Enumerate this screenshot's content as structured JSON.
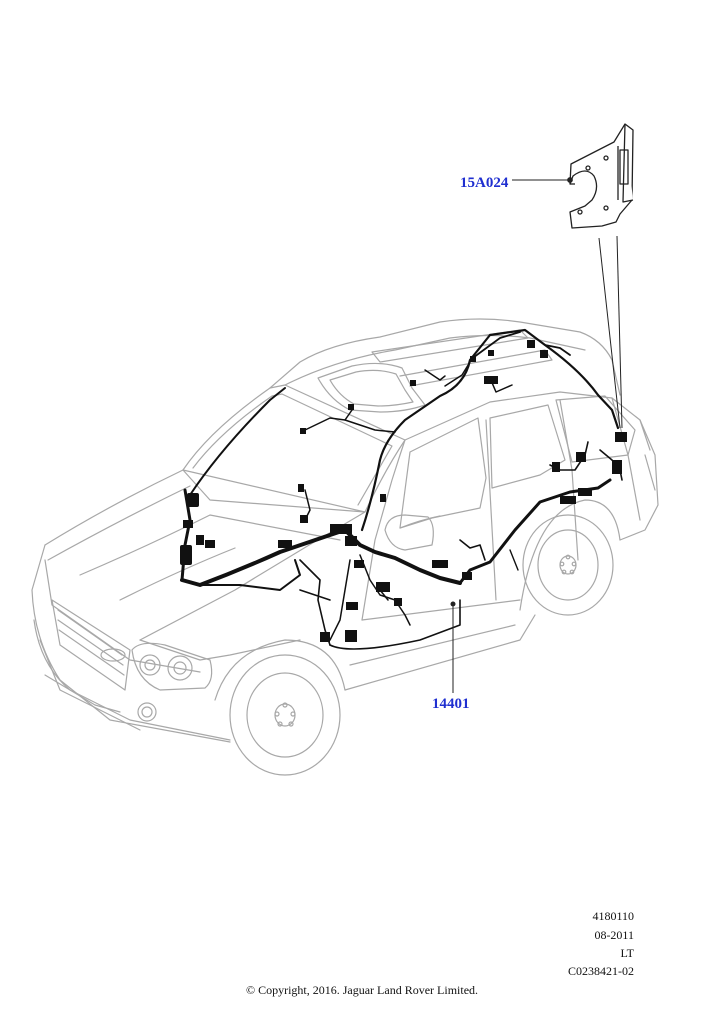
{
  "callouts": {
    "bracket": "15A024",
    "harness": "14401"
  },
  "meta": {
    "id": "4180110",
    "date": "08-2011",
    "code": "LT",
    "ref": "C0238421-02"
  },
  "copyright": "© Copyright, 2016. Jaguar Land Rover Limited.",
  "colors": {
    "callout": "#1f2fd0",
    "car_outline": "#a8a8a8",
    "harness": "#111111"
  }
}
